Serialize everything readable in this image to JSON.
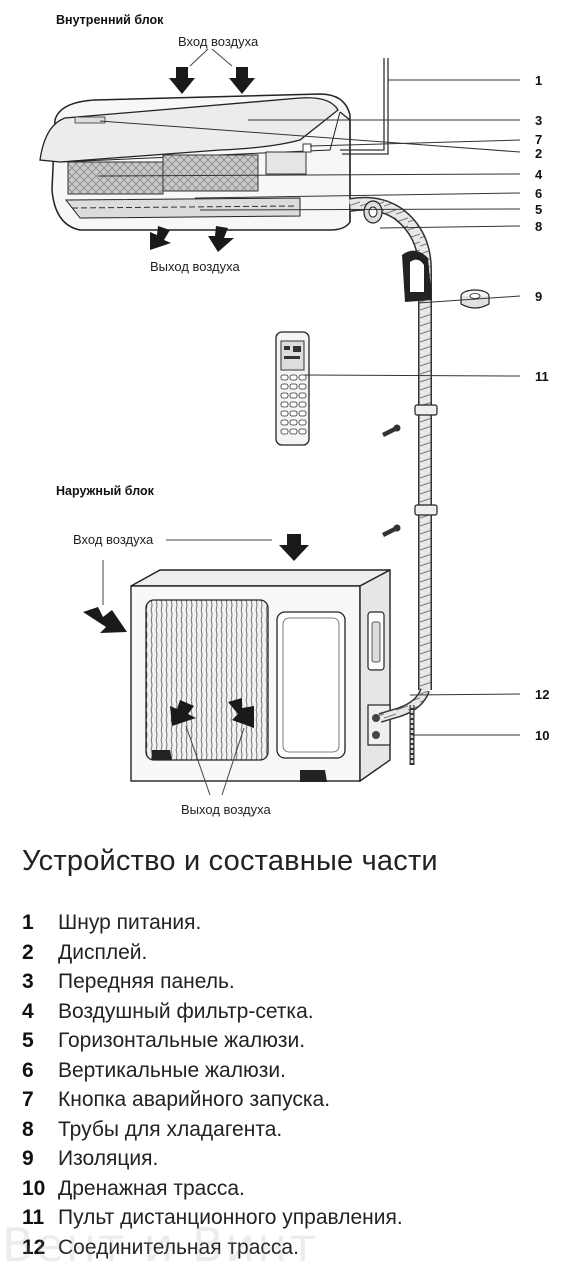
{
  "indoor": {
    "title": "Внутренний блок",
    "air_in": "Вход воздуха",
    "air_out": "Выход воздуха"
  },
  "outdoor": {
    "title": "Наружный блок",
    "air_in": "Вход воздуха",
    "air_out": "Выход воздуха"
  },
  "callouts": [
    "1",
    "3",
    "7",
    "2",
    "4",
    "6",
    "5",
    "8",
    "9",
    "11",
    "12",
    "10"
  ],
  "heading": "Устройство и составные части",
  "legend": [
    {
      "num": "1",
      "text": "Шнур питания."
    },
    {
      "num": "2",
      "text": "Дисплей."
    },
    {
      "num": "3",
      "text": "Передняя панель."
    },
    {
      "num": "4",
      "text": "Воздушный фильтр-сетка."
    },
    {
      "num": "5",
      "text": "Горизонтальные жалюзи."
    },
    {
      "num": "6",
      "text": "Вертикальные жалюзи."
    },
    {
      "num": "7",
      "text": "Кнопка аварийного запуска."
    },
    {
      "num": "8",
      "text": "Трубы для хладагента."
    },
    {
      "num": "9",
      "text": "Изоляция."
    },
    {
      "num": "10",
      "text": "Дренажная трасса."
    },
    {
      "num": "11",
      "text": "Пульт дистанционного управления."
    },
    {
      "num": "12",
      "text": "Соединительная трасса."
    }
  ],
  "watermark": "Вент и Винт"
}
